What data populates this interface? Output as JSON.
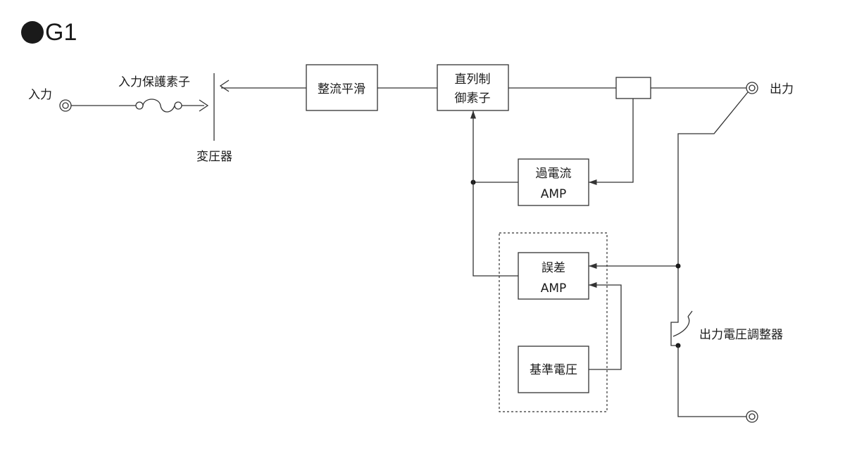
{
  "title": {
    "label": "G1"
  },
  "labels": {
    "input": "入力",
    "input_protection": "入力保護素子",
    "transformer": "変圧器",
    "rectifier": "整流平滑",
    "series_control_1": "直列制",
    "series_control_2": "御素子",
    "overcurrent_1": "過電流",
    "overcurrent_2": "AMP",
    "error_amp_1": "誤差",
    "error_amp_2": "AMP",
    "reference_voltage": "基準電圧",
    "output": "出力",
    "output_voltage_adjuster": "出力電圧調整器"
  }
}
